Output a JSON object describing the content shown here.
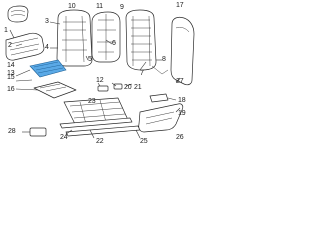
{
  "diagram": {
    "callouts": [
      {
        "id": "c1",
        "text": "1"
      },
      {
        "id": "c2",
        "text": "2"
      },
      {
        "id": "c3",
        "text": "3"
      },
      {
        "id": "c4",
        "text": "4"
      },
      {
        "id": "c5",
        "text": "5"
      },
      {
        "id": "c6",
        "text": "6"
      },
      {
        "id": "c7",
        "text": "7"
      },
      {
        "id": "c8",
        "text": "8"
      },
      {
        "id": "c9",
        "text": "9"
      },
      {
        "id": "c10",
        "text": "10"
      },
      {
        "id": "c11",
        "text": "11"
      },
      {
        "id": "c12",
        "text": "12"
      },
      {
        "id": "c13",
        "text": "13"
      },
      {
        "id": "c14",
        "text": "14"
      },
      {
        "id": "c15",
        "text": "15"
      },
      {
        "id": "c16",
        "text": "16"
      },
      {
        "id": "c17",
        "text": "17"
      },
      {
        "id": "c18",
        "text": "18"
      },
      {
        "id": "c19",
        "text": "19"
      },
      {
        "id": "c20",
        "text": "20"
      },
      {
        "id": "c21",
        "text": "21"
      },
      {
        "id": "c22",
        "text": "22"
      },
      {
        "id": "c23",
        "text": "23"
      },
      {
        "id": "c24",
        "text": "24"
      },
      {
        "id": "c25",
        "text": "25"
      },
      {
        "id": "c26",
        "text": "26"
      },
      {
        "id": "c27",
        "text": "27"
      },
      {
        "id": "c28",
        "text": "28"
      }
    ],
    "highlight_color": "#5aa9e6"
  }
}
